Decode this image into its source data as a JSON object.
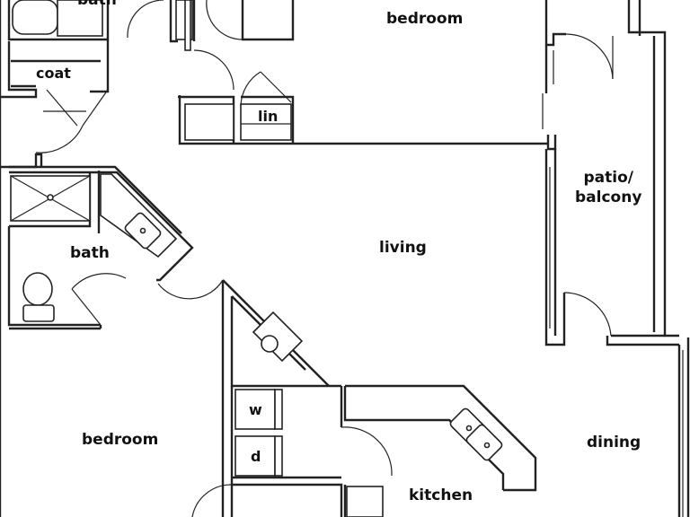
{
  "rooms": {
    "bath_top": "bath",
    "coat": "coat",
    "bedroom_top": "bedroom",
    "linen": "lin",
    "patio": "patio/\nbalcony",
    "bath": "bath",
    "living": "living",
    "bedroom": "bedroom",
    "washer": "w",
    "dryer": "d",
    "dining": "dining",
    "kitchen": "kitchen"
  }
}
